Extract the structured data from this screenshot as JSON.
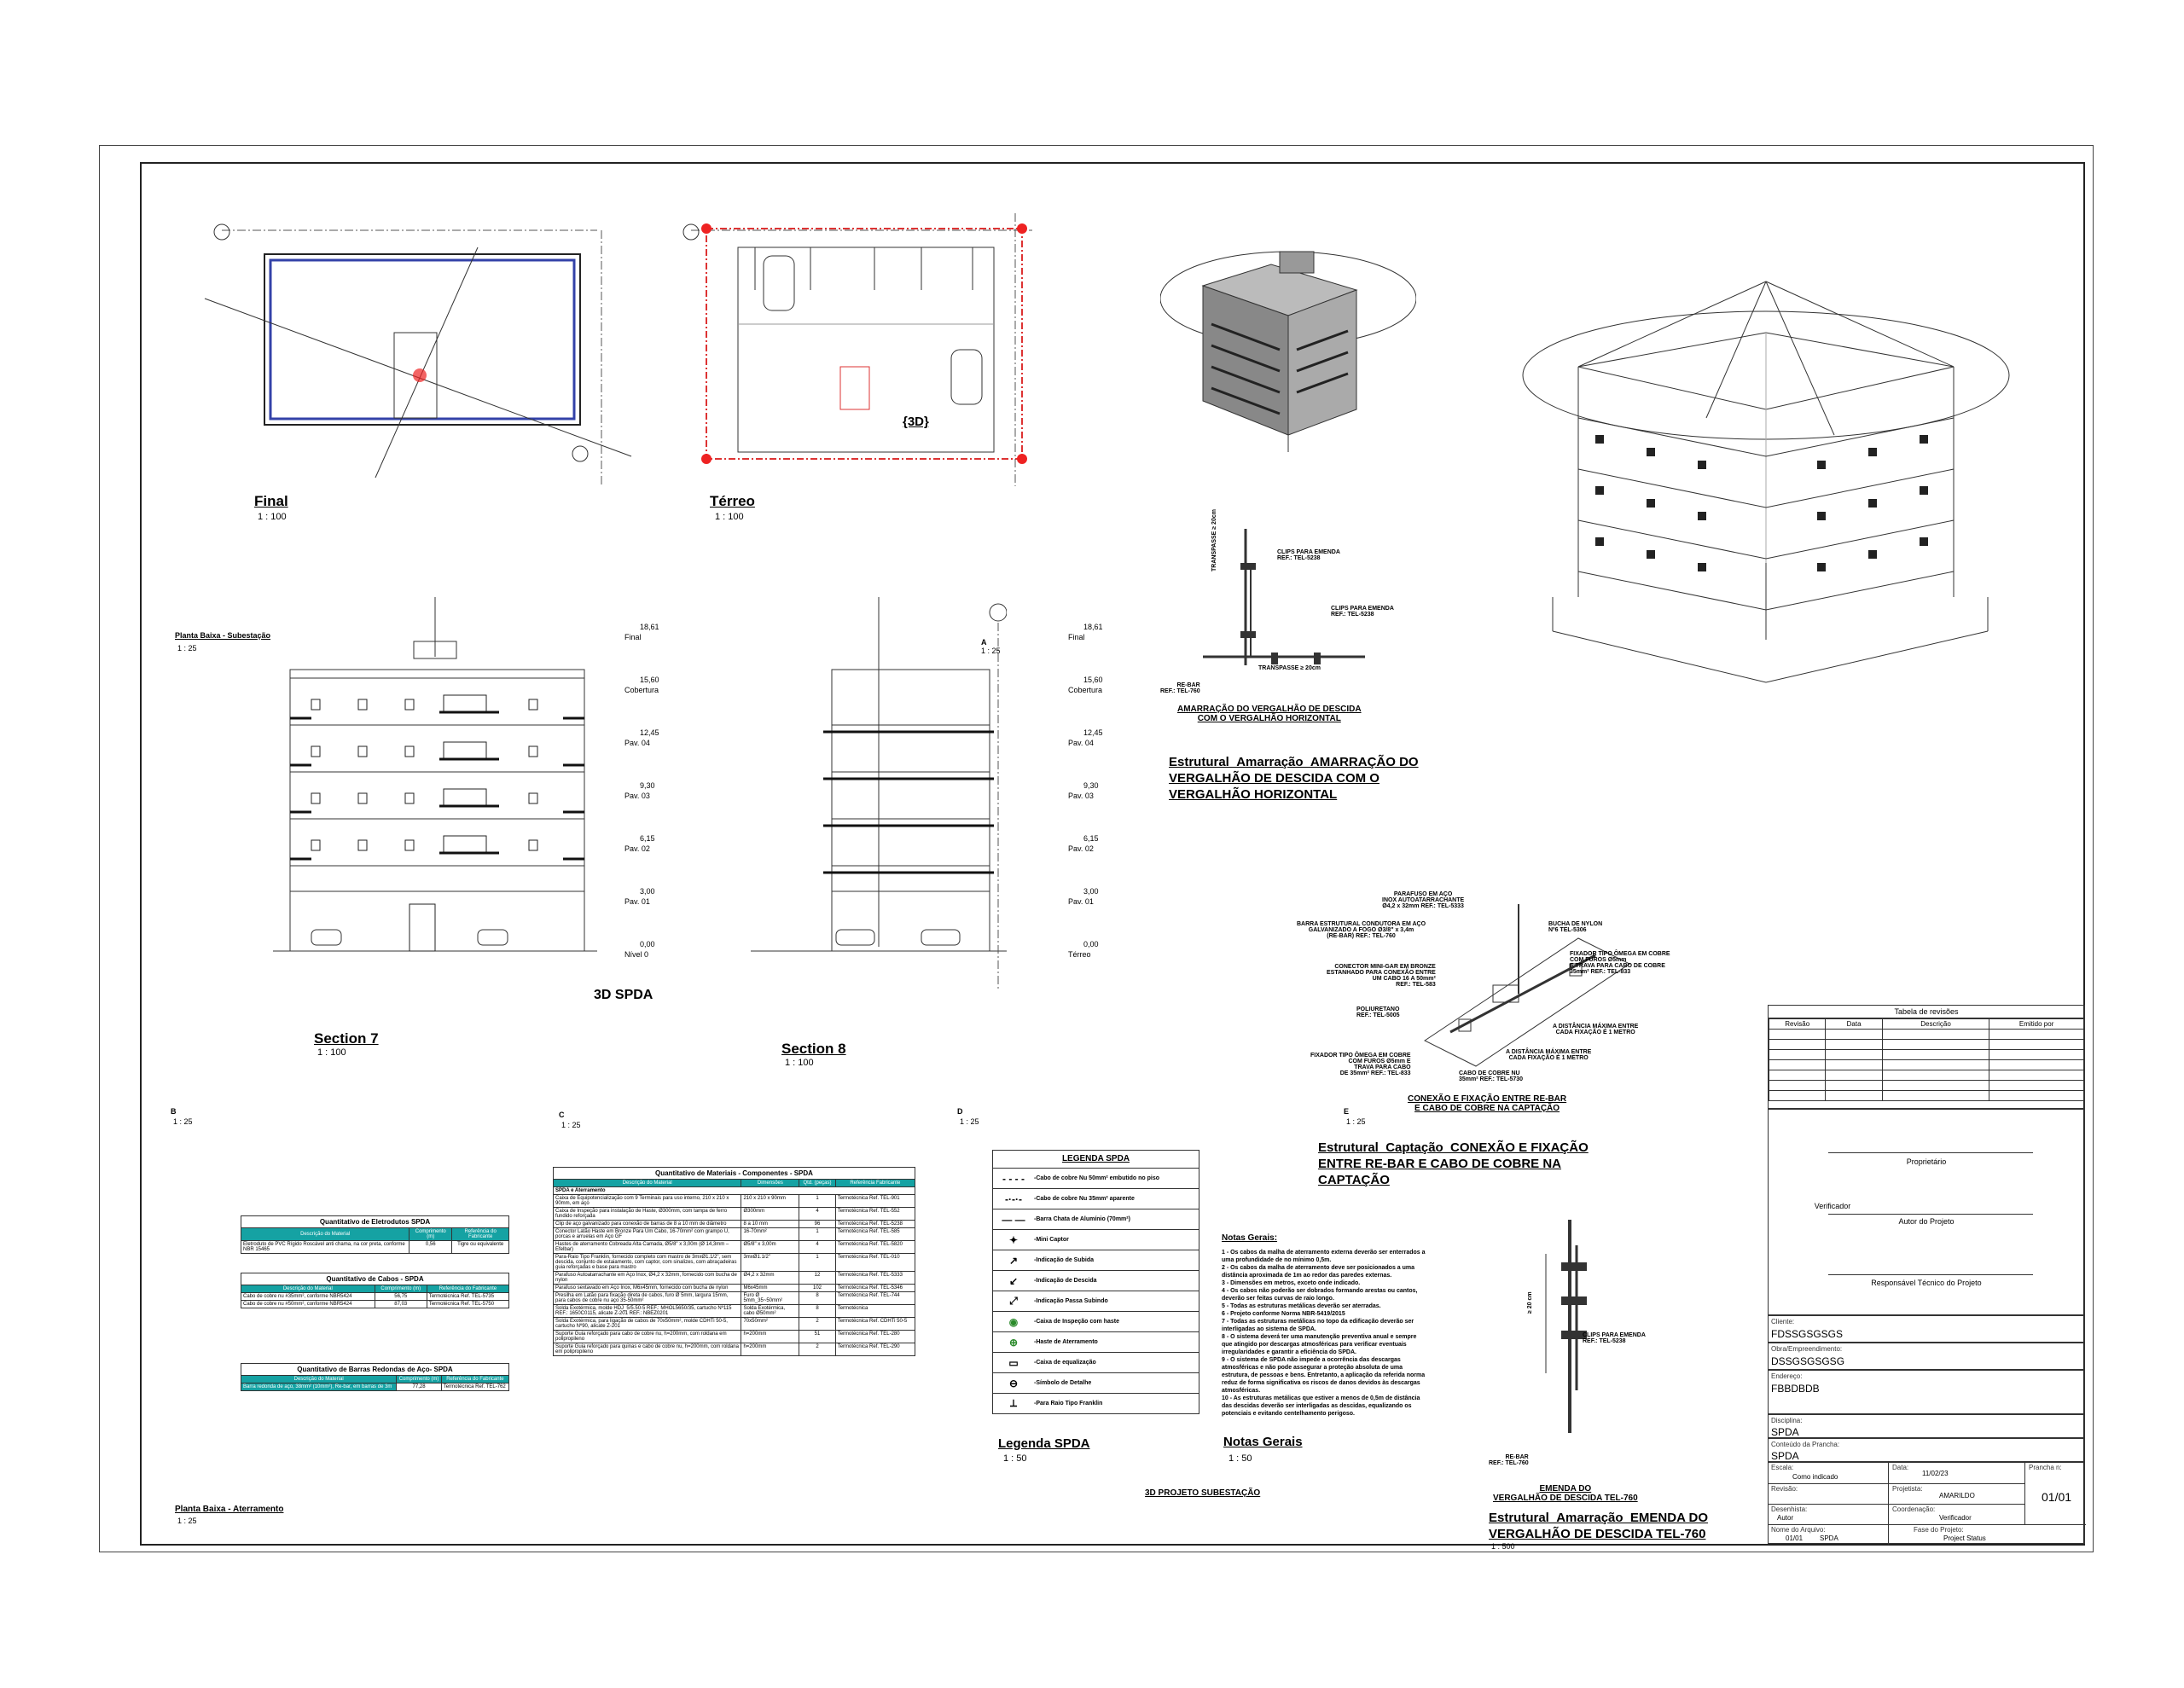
{
  "views": {
    "final": {
      "title": "Final",
      "scale": "1 : 100"
    },
    "terreo": {
      "title": "Térreo",
      "scale": "1 : 100"
    },
    "label_3d": "{3D}",
    "section7": {
      "title": "Section 7",
      "scale": "1 : 100"
    },
    "section8": {
      "title": "Section 8",
      "scale": "1 : 100"
    },
    "spda3d": "3D SPDA",
    "planta_sub": {
      "title": "Planta Baixa - Subestação",
      "scale": "1 : 25"
    },
    "planta_ater": {
      "title": "Planta Baixa - Aterramento",
      "scale": "1 : 25"
    },
    "b": {
      "title": "B",
      "scale": "1 : 25"
    },
    "c": {
      "title": "C",
      "scale": "1 : 25"
    },
    "d": {
      "title": "D",
      "scale": "1 : 25"
    },
    "e": {
      "title": "E",
      "scale": "1 : 25"
    },
    "a": {
      "title": "A",
      "scale": "1 : 25"
    },
    "proj_sub": "3D PROJETO SUBESTAÇÃO"
  },
  "levels": [
    {
      "value": "18,61",
      "name": "Final"
    },
    {
      "value": "15,60",
      "name": "Cobertura"
    },
    {
      "value": "12,45",
      "name": "Pav. 04"
    },
    {
      "value": "9,30",
      "name": "Pav. 03"
    },
    {
      "value": "6,15",
      "name": "Pav. 02"
    },
    {
      "value": "3,00",
      "name": "Pav. 01"
    }
  ],
  "ground_level": {
    "value": "0,00",
    "name_s7": "Nível 0",
    "name_s8": "Térreo",
    "small_s7": "Nível 0",
    "small_s8": "Térreo"
  },
  "details": {
    "amarracao": {
      "heading": "AMARRAÇÃO DO VERGALHÃO DE DESCIDA\nCOM O VERGALHÃO HORIZONTAL",
      "title": "Estrutural_Amarração_AMARRAÇÃO DO VERGALHÃO DE DESCIDA COM O VERGALHÃO HORIZONTAL",
      "clips1": "CLIPS PARA EMENDA\nREF.: TEL-5238",
      "clips2": "CLIPS PARA EMENDA\nREF.: TEL-5238",
      "transpasse_v": "TRANSPASSE ≥ 20cm",
      "transpasse_h": "TRANSPASSE ≥ 20cm",
      "rebar": "RE-BAR\nREF.: TEL-760"
    },
    "conexao": {
      "heading": "CONEXÃO E FIXAÇÃO ENTRE RE-BAR\nE CABO DE COBRE NA CAPTAÇÃO",
      "title": "Estrutural_Captação_CONEXÃO E FIXAÇÃO ENTRE RE-BAR E CABO DE COBRE NA CAPTAÇÃO",
      "n1": "PARAFUSO EM AÇO\nINOX AUTOATARRACHANTE\nØ4,2 x 32mm REF.: TEL-5333",
      "n2": "BARRA ESTRUTURAL CONDUTORA EM AÇO\nGALVANIZADO A FOGO Ø3/8\" x 3,4m\n(RE-BAR) REF.: TEL-760",
      "n3": "BUCHA DE NYLON\nNº6 TEL-5306",
      "n4": "CONECTOR MINI-GAR EM BRONZE\nESTANHADO PARA CONEXÃO ENTRE\nUM CABO 16 A 50mm²\nREF.: TEL-583",
      "n5": "FIXADOR TIPO ÔMEGA EM COBRE\nCOM FUROS Ø5mm\nE TRAVA PARA CABO DE COBRE\n35mm² REF.: TEL-833",
      "n6": "POLIURETANO\nREF.: TEL-5005",
      "n7": "A DISTÂNCIA MÁXIMA ENTRE\nCADA FIXAÇÃO É 1 METRO",
      "n8": "A DISTÂNCIA MÁXIMA ENTRE\nCADA FIXAÇÃO É 1 METRO",
      "n9": "FIXADOR TIPO ÔMEGA EM COBRE\nCOM FUROS Ø5mm E\nTRAVA PARA CABO\nDE 35mm² REF.: TEL-833",
      "n10": "CABO DE COBRE NU\n35mm² REF.: TEL-5730"
    },
    "emenda": {
      "heading": "EMENDA DO\nVERGALHÃO DE DESCIDA TEL-760",
      "title": "Estrutural_Amarração_EMENDA DO VERGALHÃO DE DESCIDA TEL-760",
      "scale": "1 : 500",
      "clips": "CLIPS PARA EMENDA\nREF.: TEL-5238",
      "rebar": "RE-BAR\nREF.: TEL-760",
      "dim": "≥ 20 cm"
    }
  },
  "tables": {
    "eletrodutos": {
      "caption": "Quantitativo de Eletrodutos SPDA",
      "headers": [
        "Descrição do Material",
        "Comprimento (m)",
        "Referência do Fabricante"
      ],
      "rows": [
        [
          "Eletroduto de PVC Rígido Roscável anti chama, na cor preta, conforme NBR 15465",
          "0,56",
          "Tigre ou equivalente"
        ]
      ]
    },
    "cabos": {
      "caption": "Quantitativo de Cabos - SPDA",
      "headers": [
        "Descrição do Material",
        "Comprimento (m)",
        "Referência do Fabricante"
      ],
      "rows": [
        [
          "Cabo de cobre nu #35mm², conforme NBR5424",
          "56,75",
          "Termotécnica Ref. TEL-5735"
        ],
        [
          "Cabo de cobre nu #50mm², conforme NBR5424",
          "87,03",
          "Termotécnica Ref. TEL-5750"
        ]
      ]
    },
    "barras": {
      "caption": "Quantitativo de Barras Redondas de Aço- SPDA",
      "headers": [
        "Descrição do Material",
        "Comprimento (m)",
        "Referência do Fabricante"
      ],
      "rows": [
        [
          "Barra redonda de aço, 38mm² (10mm²), Re-bar, em barras de 3m",
          "77,28",
          "Termotécnica Ref. TEL-762"
        ]
      ]
    },
    "materiais": {
      "caption": "Quantitativo de Materiais - Componentes - SPDA",
      "headers": [
        "Descrição do Material",
        "Dimensões",
        "Qtd. (peças)",
        "Referência Fabricante"
      ],
      "group": "SPDA e Aterramento",
      "rows": [
        [
          "Caixa de Equipotencialização com 9 Terminais para uso interno, 210 x 210 x 90mm, em aço",
          "210 x 210 x 90mm",
          "1",
          "Termotécnica Ref. TEL-901"
        ],
        [
          "Caixa de Inspeção para instalação de Haste, Ø300mm, com tampa de ferro fundido reforçada",
          "Ø300mm",
          "4",
          "Termotécnica Ref. TEL-552"
        ],
        [
          "Clip de aço galvanizado para conexão de barras de 8 a 10 mm de diâmetro",
          "8 a 10 mm",
          "96",
          "Termotécnica Ref. TEL-5238"
        ],
        [
          "Conector Latão Haste em Bronze Para Um Cabo, 16-70mm² com grampo U, porcas e arruelas em Aço GF",
          "16-70mm²",
          "1",
          "Termotécnica Ref. TEL-585"
        ],
        [
          "Hastes de aterramento Cobreada Alta Camada, Ø5/8\" x 3,00m (Ø 14,3mm – Efelbar)",
          "Ø5/8\" x 3,00m",
          "4",
          "Termotécnica Ref. TEL-5820"
        ],
        [
          "Para-Raio Tipo Franklin, fornecido completo com mastro de 3mxØ1.1/2\", sem descida, conjunto de estaiamento, com captor, com sinalizes, com abraçadeiras guia reforçadas e base para mastro",
          "3mxØ1.1/2\"",
          "1",
          "Termotécnica Ref. TEL-010"
        ],
        [
          "Parafuso Autoatarrachante em Aço Inox, Ø4,2 x 32mm, fornecido com bucha de nylon",
          "Ø4,2 x 32mm",
          "12",
          "Termotécnica Ref. TEL-5333"
        ],
        [
          "Parafuso sextavado em Aço Inox, M6x45mm, fornecido com bucha de nylon",
          "M6x45mm",
          "102",
          "Termotécnica Ref. TEL-5346"
        ],
        [
          "Presilha em Latão para fixação direta de cabos, furo Ø 5mm, largura 15mm, para cabos de cobre nu aço 35-50mm²",
          "Furo Ø 5mm_35~50mm²",
          "8",
          "Termotécnica Ref. TEL-744"
        ],
        [
          "Solda Exotérmica, molde HDJ_5/5.50-5 REF.: MHOL5650/35, cartucho Nº115 REF.: 1650C0115, alicate Z-201 REF.: NBEZ0201",
          "Solda Exotérmica, cabo Ø50mm²",
          "8",
          "Termotécnica"
        ],
        [
          "Solda Exotérmica, para ligação de cabos de 70x50mm², molde CDHTi 50-5, cartucho Nº90, alicate Z-201",
          "70x50mm²",
          "2",
          "Termotécnica Ref. CDHTi 50-5"
        ],
        [
          "Suporte Guia reforçado para cabo de cobre nu, h=200mm, com roldana em polipropileno",
          "h=200mm",
          "51",
          "Termotécnica Ref. TEL-280"
        ],
        [
          "Suporte Guia reforçado para quinas e cabo de cobre nu, h=200mm, com roldana em polipropileno",
          "h=200mm",
          "2",
          "Termotécnica Ref. TEL-290"
        ]
      ]
    }
  },
  "legend": {
    "heading": "LEGENDA SPDA",
    "title": "Legenda SPDA",
    "scale": "1 : 50",
    "items": [
      {
        "icon": "dashed-line-icon",
        "label": "-Cabo de cobre Nu 50mm² embutido no piso"
      },
      {
        "icon": "dash-dot-line-icon",
        "label": "-Cabo de cobre Nu 35mm² aparente"
      },
      {
        "icon": "long-dash-line-icon",
        "label": "-Barra Chata de Alumínio (70mm²)"
      },
      {
        "icon": "captor-icon",
        "label": "-Mini Captor"
      },
      {
        "icon": "arrow-up-icon",
        "label": "-Indicação de Subida"
      },
      {
        "icon": "arrow-down-icon",
        "label": "-Indicação de Descida"
      },
      {
        "icon": "pass-through-icon",
        "label": "-Indicação Passa Subindo"
      },
      {
        "icon": "inspection-box-icon",
        "label": "-Caixa de Inspeção com haste"
      },
      {
        "icon": "ground-rod-icon",
        "label": "-Haste de Aterramento"
      },
      {
        "icon": "equalization-box-icon",
        "label": "-Caixa de equalização"
      },
      {
        "icon": "detail-symbol-icon",
        "label": "-Símbolo de Detalhe"
      },
      {
        "icon": "franklin-rod-icon",
        "label": "-Para Raio Tipo Franklin"
      }
    ]
  },
  "notes": {
    "heading": "Notas Gerais:",
    "title": "Notas Gerais",
    "scale": "1 : 50",
    "text": "1 - Os cabos da malha de aterramento externa deverão ser enterrados a\numa profundidade de no mínimo 0,5m.\n2 - Os cabos da malha de aterramento deve ser posicionados a uma\ndistância aproximada de 1m ao redor das paredes externas.\n3 - Dimensões em metros, exceto onde indicado.\n4 - Os cabos não poderão ser dobrados formando arestas ou cantos,\ndeverão ser feitas curvas de raio longo.\n5 - Todas as estruturas metálicas deverão ser aterradas.\n6 - Projeto conforme Norma NBR-5419/2015\n7 - Todas as estruturas metálicas no topo da edificação deverão ser\ninterligadas ao sistema de SPDA.\n8 - O sistema deverá ter uma manutenção preventiva anual e sempre\nque atingido por descargas atmosféricas para verificar eventuais\nirregularidades e garantir a eficiência do SPDA.\n9 - O sistema de SPDA não impede a ocorrência das descargas\natmosféricas e não pode assegurar a proteção absoluta de uma\nestrutura, de pessoas e bens. Entretanto, a aplicação da referida norma\nreduz de forma significativa os riscos de danos devidos às descargas\natmosféricas.\n10 - As estruturas metálicas que estiver a menos de 0,5m de distância\ndas descidas deverão ser interligadas as descidas, equalizando os\npotenciais e evitando centelhamento perigoso."
  },
  "title_block": {
    "revisions_title": "Tabela de revisões",
    "rev_headers": [
      "Revisão",
      "Data",
      "Descrição",
      "Emitido por"
    ],
    "owner": "Proprietário",
    "verifier": "Verificador",
    "author": "Autor do Projeto",
    "responsible": "Responsável Técnico do Projeto",
    "client_label": "Cliente:",
    "client": "FDSSGSGSGS",
    "work_label": "Obra/Empreendimento:",
    "work": "DSSGSGSGSG",
    "address_label": "Endereço:",
    "address": "FBBDBDB",
    "discipline_label": "Disciplina:",
    "discipline": "SPDA",
    "content_label": "Conteúdo da Prancha:",
    "content": "SPDA",
    "scale_label": "Escala:",
    "scale": "Como indicado",
    "date_label": "Data:",
    "date": "11/02/23",
    "sheet_label": "Prancha n:",
    "sheet": "01/01",
    "review_label": "Revisão:",
    "designer_label": "Projetista:",
    "designer": "AMARILDO",
    "drawn_label": "Desenhista:",
    "drawn": "Autor",
    "coord_label": "Coordenação:",
    "coord": "Verificador",
    "file_label": "Nome do Arquivo:",
    "file": "01/01",
    "file2": "SPDA",
    "phase_label": "Fase do Projeto:",
    "phase": "Project Status"
  }
}
